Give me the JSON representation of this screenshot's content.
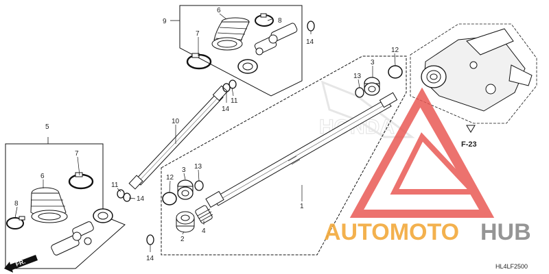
{
  "callouts": [
    {
      "id": "c9",
      "label": "9"
    },
    {
      "id": "c6a",
      "label": "6"
    },
    {
      "id": "c8a",
      "label": "8"
    },
    {
      "id": "c14a",
      "label": "14"
    },
    {
      "id": "c7a",
      "label": "7"
    },
    {
      "id": "c11a",
      "label": "11"
    },
    {
      "id": "c14b",
      "label": "14"
    },
    {
      "id": "c10",
      "label": "10"
    },
    {
      "id": "c12a",
      "label": "12"
    },
    {
      "id": "c3a",
      "label": "3"
    },
    {
      "id": "c13a",
      "label": "13"
    },
    {
      "id": "c5",
      "label": "5"
    },
    {
      "id": "c7b",
      "label": "7"
    },
    {
      "id": "c6b",
      "label": "6"
    },
    {
      "id": "c8b",
      "label": "8"
    },
    {
      "id": "c11b",
      "label": "11"
    },
    {
      "id": "c14c",
      "label": "14"
    },
    {
      "id": "c12b",
      "label": "12"
    },
    {
      "id": "c3b",
      "label": "3"
    },
    {
      "id": "c13b",
      "label": "13"
    },
    {
      "id": "c2",
      "label": "2"
    },
    {
      "id": "c4",
      "label": "4"
    },
    {
      "id": "c1",
      "label": "1"
    },
    {
      "id": "c14d",
      "label": "14"
    }
  ],
  "reference": {
    "label": "F-23"
  },
  "direction": {
    "label": "FR."
  },
  "diagram_code": "HL4LF2500",
  "watermark": {
    "brand_part1": "AUTOMOTO",
    "brand_part2": "HUB",
    "color_red": "#e8544f",
    "color_orange": "#f2a93b",
    "color_gray": "#8a8a8a"
  },
  "background_logo": {
    "label": "HONDA"
  }
}
